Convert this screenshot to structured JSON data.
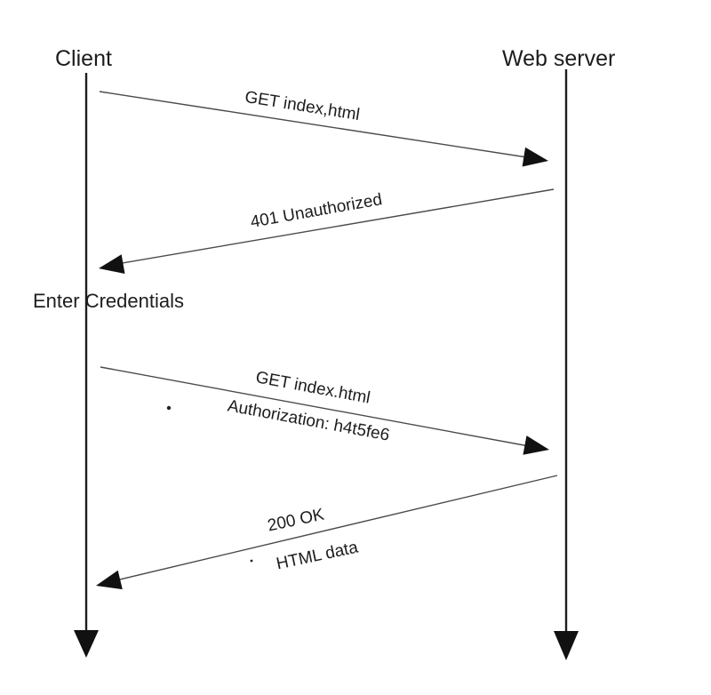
{
  "actors": {
    "client": {
      "label": "Client"
    },
    "server": {
      "label": "Web server"
    }
  },
  "messages": [
    {
      "from": "client",
      "to": "server",
      "label": "GET index,html"
    },
    {
      "from": "server",
      "to": "client",
      "label": "401 Unauthorized"
    },
    {
      "from": "client",
      "to": "server",
      "label": "GET index.html",
      "sublabel": "Authorization: h4t5fe6"
    },
    {
      "from": "server",
      "to": "client",
      "label": "200 OK",
      "sublabel": "HTML data"
    }
  ],
  "annotations": {
    "enter_credentials": "Enter Credentials"
  },
  "colors": {
    "ink": "#1d1d1d",
    "message_line": "#4a4a4a",
    "background": "#ffffff"
  }
}
